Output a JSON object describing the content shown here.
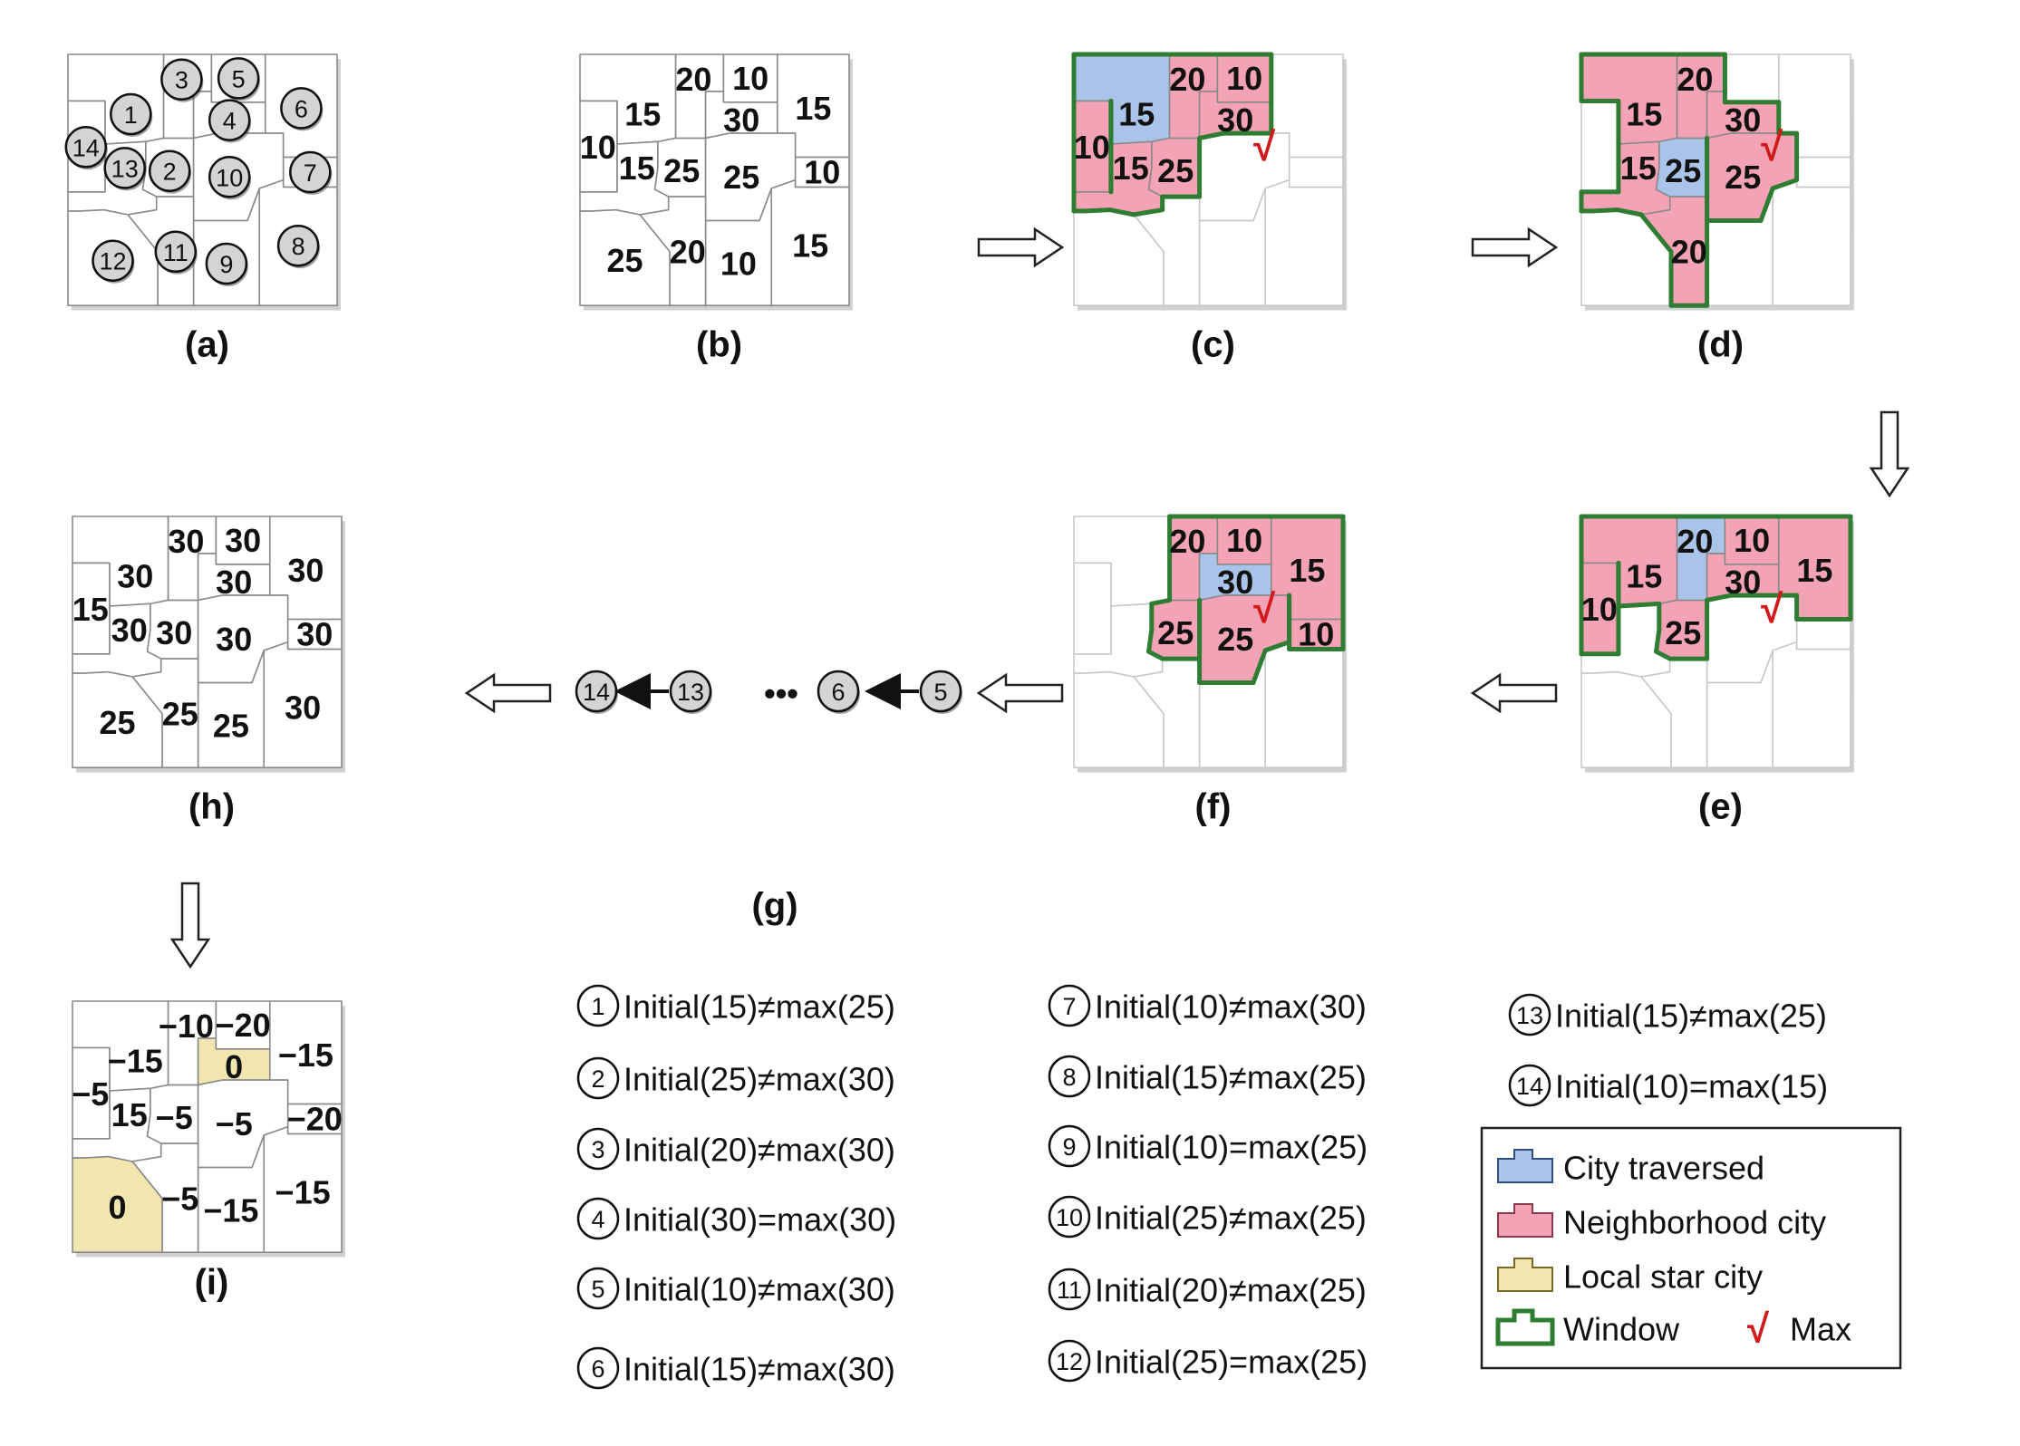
{
  "colors": {
    "traversed": "#a9c4e8",
    "neighborhood": "#f4a3b6",
    "star": "#f1e6b0",
    "window": "#2e7d32",
    "max_mark": "#d11a1a",
    "map_line": "#8a8a8a",
    "badge_fill": "#d4d4d4"
  },
  "panel_labels": [
    "(a)",
    "(b)",
    "(c)",
    "(d)",
    "(e)",
    "(f)",
    "(g)",
    "(h)",
    "(i)"
  ],
  "city_ids": [
    "1",
    "2",
    "3",
    "4",
    "5",
    "6",
    "7",
    "8",
    "9",
    "10",
    "11",
    "12",
    "13",
    "14"
  ],
  "panel_b_values": {
    "1": "15",
    "2": "25",
    "3": "20",
    "4": "30",
    "5": "10",
    "6": "15",
    "7": "10",
    "8": "15",
    "9": "10",
    "10": "25",
    "11": "20",
    "12": "25",
    "13": "15",
    "14": "10"
  },
  "panel_c": {
    "traversed": [
      "1"
    ],
    "neighborhood": [
      "2",
      "3",
      "4",
      "5",
      "13",
      "14"
    ],
    "max_city": "4",
    "values": {
      "1": "15",
      "2": "25",
      "3": "20",
      "4": "30",
      "5": "10",
      "13": "15",
      "14": "10"
    }
  },
  "panel_d": {
    "traversed": [
      "2"
    ],
    "neighborhood": [
      "1",
      "3",
      "4",
      "10",
      "11",
      "13"
    ],
    "max_city": "4",
    "values": {
      "1": "15",
      "2": "25",
      "3": "20",
      "4": "30",
      "10": "25",
      "11": "20",
      "13": "15"
    }
  },
  "panel_e": {
    "traversed": [
      "3"
    ],
    "neighborhood": [
      "1",
      "2",
      "4",
      "5",
      "6",
      "14"
    ],
    "max_city": "4",
    "values": {
      "1": "15",
      "2": "25",
      "3": "20",
      "4": "30",
      "5": "10",
      "6": "15",
      "14": "10"
    }
  },
  "panel_f": {
    "traversed": [
      "4"
    ],
    "neighborhood": [
      "2",
      "3",
      "5",
      "6",
      "7",
      "10"
    ],
    "max_city": "4",
    "values": {
      "2": "25",
      "3": "20",
      "4": "30",
      "5": "10",
      "6": "15",
      "7": "10",
      "10": "25"
    }
  },
  "panel_g_sequence": [
    "14",
    "13",
    "•••",
    "6",
    "5"
  ],
  "panel_h_values": {
    "1": "30",
    "2": "30",
    "3": "30",
    "4": "30",
    "5": "30",
    "6": "30",
    "7": "30",
    "8": "30",
    "9": "25",
    "10": "30",
    "11": "25",
    "12": "25",
    "13": "30",
    "14": "15"
  },
  "panel_i_values": {
    "1": "−15",
    "2": "−5",
    "3": "−10",
    "4": "0",
    "5": "−20",
    "6": "−15",
    "7": "−20",
    "8": "−15",
    "9": "−15",
    "10": "−5",
    "11": "−5",
    "12": "0",
    "13": "15",
    "14": "−5"
  },
  "panel_i_star": [
    "4",
    "12"
  ],
  "notes": [
    {
      "id": "1",
      "text": "Initial(15)≠max(25)"
    },
    {
      "id": "2",
      "text": "Initial(25)≠max(30)"
    },
    {
      "id": "3",
      "text": "Initial(20)≠max(30)"
    },
    {
      "id": "4",
      "text": "Initial(30)=max(30)"
    },
    {
      "id": "5",
      "text": "Initial(10)≠max(30)"
    },
    {
      "id": "6",
      "text": "Initial(15)≠max(30)"
    },
    {
      "id": "7",
      "text": "Initial(10)≠max(30)"
    },
    {
      "id": "8",
      "text": "Initial(15)≠max(25)"
    },
    {
      "id": "9",
      "text": "Initial(10)=max(25)"
    },
    {
      "id": "10",
      "text": "Initial(25)≠max(25)"
    },
    {
      "id": "11",
      "text": "Initial(20)≠max(25)"
    },
    {
      "id": "12",
      "text": "Initial(25)=max(25)"
    },
    {
      "id": "13",
      "text": "Initial(15)≠max(25)"
    },
    {
      "id": "14",
      "text": "Initial(10)=max(15)"
    }
  ],
  "legend": {
    "traversed": "City traversed",
    "neighborhood": "Neighborhood city",
    "star": "Local star city",
    "window": "Window",
    "max": "Max",
    "max_symbol": "√"
  }
}
